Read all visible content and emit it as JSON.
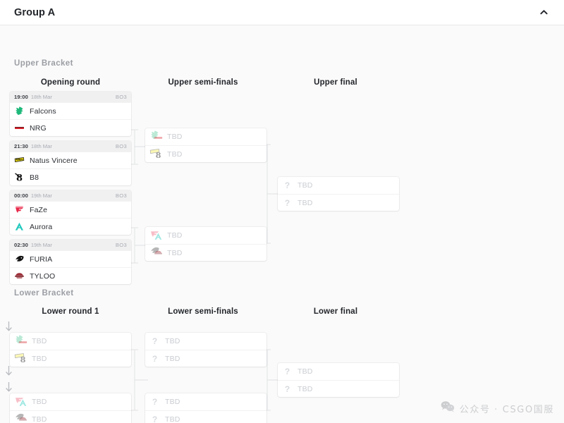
{
  "header": {
    "title": "Group A",
    "collapse_icon": "chevron-up-icon"
  },
  "brackets": {
    "upper": {
      "label": "Upper Bracket",
      "rounds": [
        {
          "label": "Opening round"
        },
        {
          "label": "Upper semi-finals"
        },
        {
          "label": "Upper final"
        }
      ]
    },
    "lower": {
      "label": "Lower Bracket",
      "rounds": [
        {
          "label": "Lower round 1"
        },
        {
          "label": "Lower semi-finals"
        },
        {
          "label": "Lower final"
        }
      ]
    }
  },
  "tbd_label": "TBD",
  "matches": {
    "upper_opening": [
      {
        "time": "19:00",
        "date": "18th Mar",
        "format": "BO3",
        "teams": [
          {
            "name": "Falcons",
            "logo": "falcons-logo"
          },
          {
            "name": "NRG",
            "logo": "nrg-logo"
          }
        ]
      },
      {
        "time": "21:30",
        "date": "18th Mar",
        "format": "BO3",
        "teams": [
          {
            "name": "Natus Vincere",
            "logo": "navi-logo"
          },
          {
            "name": "B8",
            "logo": "b8-logo"
          }
        ]
      },
      {
        "time": "00:00",
        "date": "19th Mar",
        "format": "BO3",
        "teams": [
          {
            "name": "FaZe",
            "logo": "faze-logo"
          },
          {
            "name": "Aurora",
            "logo": "aurora-logo"
          }
        ]
      },
      {
        "time": "02:30",
        "date": "19th Mar",
        "format": "BO3",
        "teams": [
          {
            "name": "FURIA",
            "logo": "furia-logo"
          },
          {
            "name": "TYLOO",
            "logo": "tyloo-logo"
          }
        ]
      }
    ],
    "upper_semis": [
      {
        "teams": [
          {
            "name": "TBD"
          },
          {
            "name": "TBD"
          }
        ]
      },
      {
        "teams": [
          {
            "name": "TBD"
          },
          {
            "name": "TBD"
          }
        ]
      }
    ],
    "upper_final": [
      {
        "teams": [
          {
            "name": "TBD"
          },
          {
            "name": "TBD"
          }
        ]
      }
    ],
    "lower_round1": [
      {
        "teams": [
          {
            "name": "TBD"
          },
          {
            "name": "TBD"
          }
        ]
      },
      {
        "teams": [
          {
            "name": "TBD"
          },
          {
            "name": "TBD"
          }
        ]
      }
    ],
    "lower_semis": [
      {
        "teams": [
          {
            "name": "TBD"
          },
          {
            "name": "TBD"
          }
        ]
      }
    ],
    "lower_final": [
      {
        "teams": [
          {
            "name": "TBD"
          },
          {
            "name": "TBD"
          }
        ]
      }
    ]
  },
  "watermark": {
    "icon": "wechat-icon",
    "text": "公众号 · CSGO国服"
  },
  "colors": {
    "page_bg": "#fafafa",
    "card_bg": "#ffffff",
    "header_bar": "#f0f0f1",
    "text": "#22252a",
    "muted": "#a9acb2",
    "tbd": "#c9ccd1",
    "line": "#e4e5e7",
    "falcons": "#1db87a",
    "nrg": "#d6232b",
    "navi": "#f5e50b",
    "b8": "#1a1a1a",
    "faze": "#e8294a",
    "aurora": "#22c9bd",
    "furia": "#111111",
    "tyloo": "#9c2a35"
  }
}
